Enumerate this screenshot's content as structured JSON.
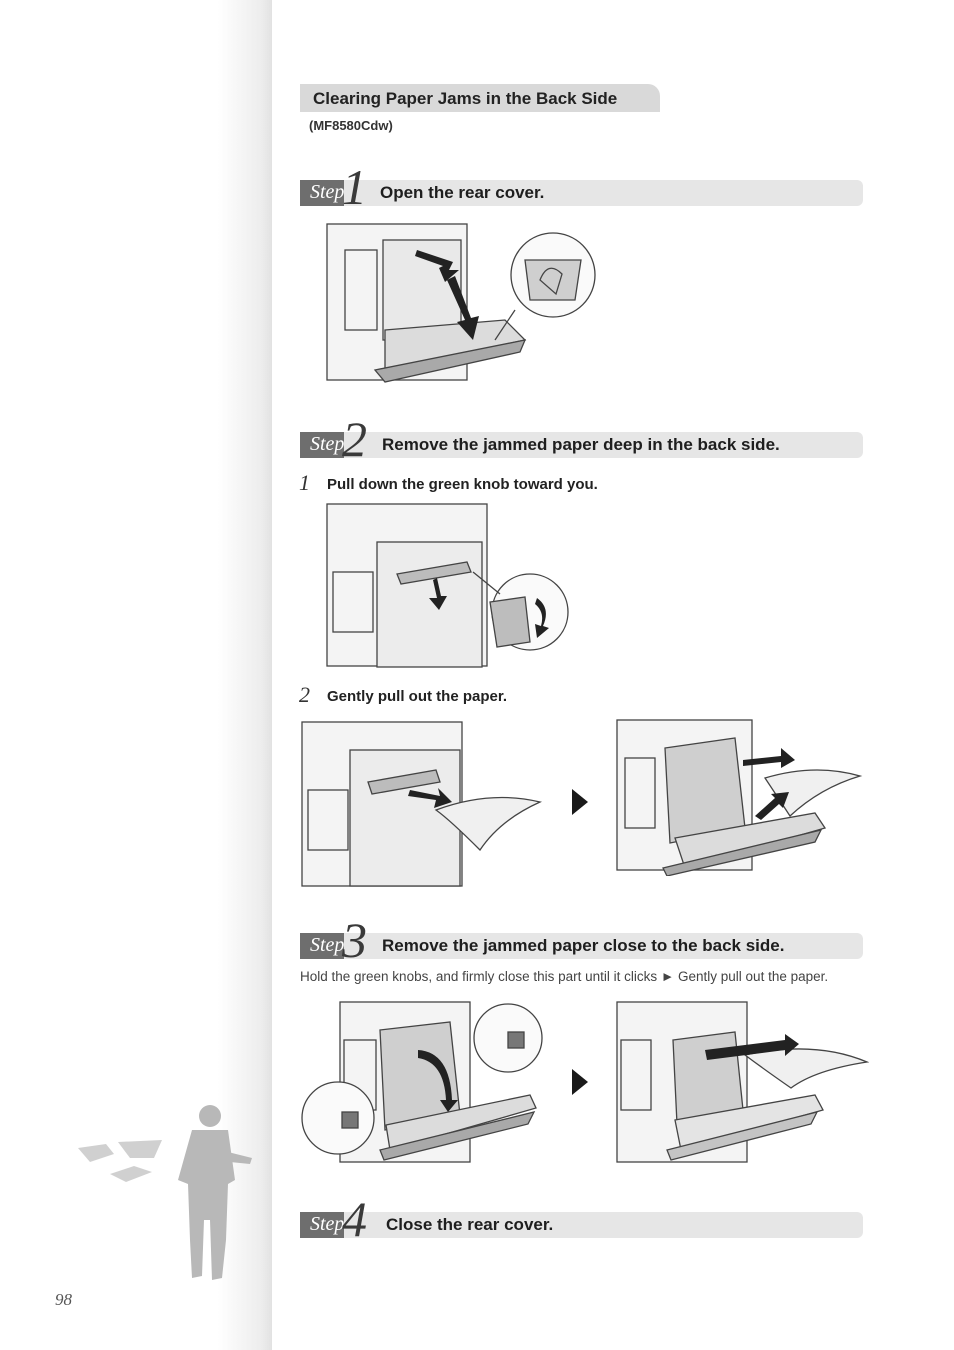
{
  "page_number": "98",
  "section_title": "Clearing Paper Jams in the Back Side",
  "model": "(MF8580Cdw)",
  "step_word": "Step",
  "steps": [
    {
      "number": "1",
      "text": "Open the rear cover."
    },
    {
      "number": "2",
      "text": "Remove the jammed paper deep in the back side.",
      "substeps": [
        {
          "number": "1",
          "text": "Pull down the green knob toward you."
        },
        {
          "number": "2",
          "text": "Gently pull out the paper."
        }
      ]
    },
    {
      "number": "3",
      "text": "Remove the jammed paper close to the back side.",
      "description": "Hold the green knobs, and firmly close this part until it clicks ► Gently pull out the paper."
    },
    {
      "number": "4",
      "text": "Close the rear cover."
    }
  ],
  "colors": {
    "step_tab": "#6e6e6e",
    "step_bar": "#e6e6e6",
    "section_bar": "#d9d9d9"
  },
  "icons": {
    "next": "triangle-right-icon"
  }
}
